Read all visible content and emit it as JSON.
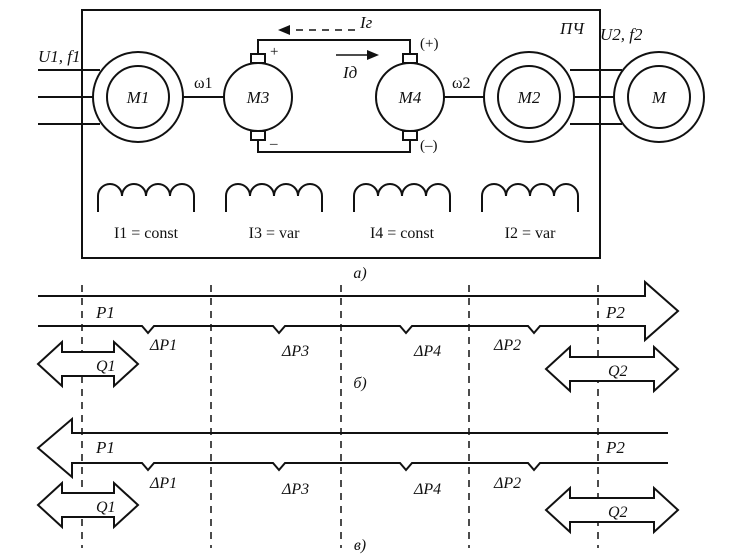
{
  "part_a": {
    "box_label": "ПЧ",
    "input_label": "U1, f1",
    "output_label": "U2, f2",
    "machines": {
      "m1": "M1",
      "m2": "M2",
      "m3": "M3",
      "m4": "M4",
      "m": "M"
    },
    "shaft_1": "ω1",
    "shaft_2": "ω2",
    "current_g": "Iг",
    "current_d": "Iд",
    "plus_left": "+",
    "minus_left": "–",
    "plus_right": "(+)",
    "minus_right": "(–)",
    "windings": [
      {
        "label": "I1 = const"
      },
      {
        "label": "I3 = var"
      },
      {
        "label": "I4 = const"
      },
      {
        "label": "I2 = var"
      }
    ],
    "caption": "а)"
  },
  "part_b": {
    "p_in": "P1",
    "p_out": "P2",
    "losses": [
      "ΔP1",
      "ΔP3",
      "ΔP4",
      "ΔP2"
    ],
    "q_in": "Q1",
    "q_out": "Q2",
    "caption": "б)"
  },
  "part_v": {
    "p_in": "P1",
    "p_out": "P2",
    "losses": [
      "ΔP1",
      "ΔP3",
      "ΔP4",
      "ΔP2"
    ],
    "q_in": "Q1",
    "q_out": "Q2",
    "caption": "в)"
  }
}
